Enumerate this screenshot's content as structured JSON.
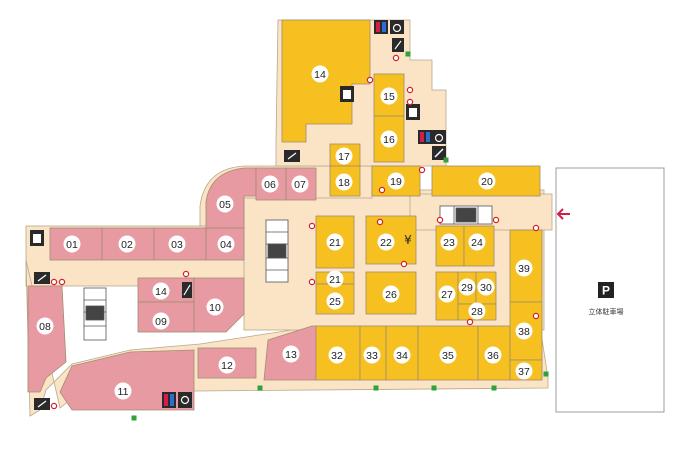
{
  "colors": {
    "floor": "#fbe3c6",
    "yellow": "#f5c020",
    "pink": "#e89aa3",
    "outline": "#9c8a70",
    "badge": "#ffffff",
    "dot": "#d8202a",
    "entrance": "#2fa23a",
    "arrow": "#d0204a"
  },
  "stores": [
    {
      "id": "01",
      "label": "01",
      "color": "pink"
    },
    {
      "id": "02",
      "label": "02",
      "color": "pink"
    },
    {
      "id": "03",
      "label": "03",
      "color": "pink"
    },
    {
      "id": "04",
      "label": "04",
      "color": "pink"
    },
    {
      "id": "05",
      "label": "05",
      "color": "pink"
    },
    {
      "id": "06",
      "label": "06",
      "color": "pink"
    },
    {
      "id": "07",
      "label": "07",
      "color": "pink"
    },
    {
      "id": "08",
      "label": "08",
      "color": "pink"
    },
    {
      "id": "09",
      "label": "09",
      "color": "pink"
    },
    {
      "id": "10",
      "label": "10",
      "color": "pink"
    },
    {
      "id": "11",
      "label": "11",
      "color": "pink"
    },
    {
      "id": "12",
      "label": "12",
      "color": "pink"
    },
    {
      "id": "13",
      "label": "13",
      "color": "pink"
    },
    {
      "id": "14a",
      "label": "14",
      "color": "pink"
    },
    {
      "id": "14b",
      "label": "14",
      "color": "yellow"
    },
    {
      "id": "15",
      "label": "15",
      "color": "yellow"
    },
    {
      "id": "16",
      "label": "16",
      "color": "yellow"
    },
    {
      "id": "17",
      "label": "17",
      "color": "yellow"
    },
    {
      "id": "18",
      "label": "18",
      "color": "yellow"
    },
    {
      "id": "19",
      "label": "19",
      "color": "yellow"
    },
    {
      "id": "20",
      "label": "20",
      "color": "yellow"
    },
    {
      "id": "21a",
      "label": "21",
      "color": "yellow"
    },
    {
      "id": "21b",
      "label": "21",
      "color": "yellow"
    },
    {
      "id": "22",
      "label": "22",
      "color": "yellow"
    },
    {
      "id": "23",
      "label": "23",
      "color": "yellow"
    },
    {
      "id": "24",
      "label": "24",
      "color": "yellow"
    },
    {
      "id": "25",
      "label": "25",
      "color": "yellow"
    },
    {
      "id": "26",
      "label": "26",
      "color": "yellow"
    },
    {
      "id": "27",
      "label": "27",
      "color": "yellow"
    },
    {
      "id": "28",
      "label": "28",
      "color": "yellow"
    },
    {
      "id": "29",
      "label": "29",
      "color": "yellow"
    },
    {
      "id": "30",
      "label": "30",
      "color": "yellow"
    },
    {
      "id": "32",
      "label": "32",
      "color": "yellow"
    },
    {
      "id": "33",
      "label": "33",
      "color": "yellow"
    },
    {
      "id": "34",
      "label": "34",
      "color": "yellow"
    },
    {
      "id": "35",
      "label": "35",
      "color": "yellow"
    },
    {
      "id": "36",
      "label": "36",
      "color": "yellow"
    },
    {
      "id": "37",
      "label": "37",
      "color": "yellow"
    },
    {
      "id": "38",
      "label": "38",
      "color": "yellow"
    },
    {
      "id": "39",
      "label": "39",
      "color": "yellow"
    }
  ],
  "atm_symbol": "¥",
  "parking": {
    "symbol": "P",
    "label": "立体駐車場"
  }
}
